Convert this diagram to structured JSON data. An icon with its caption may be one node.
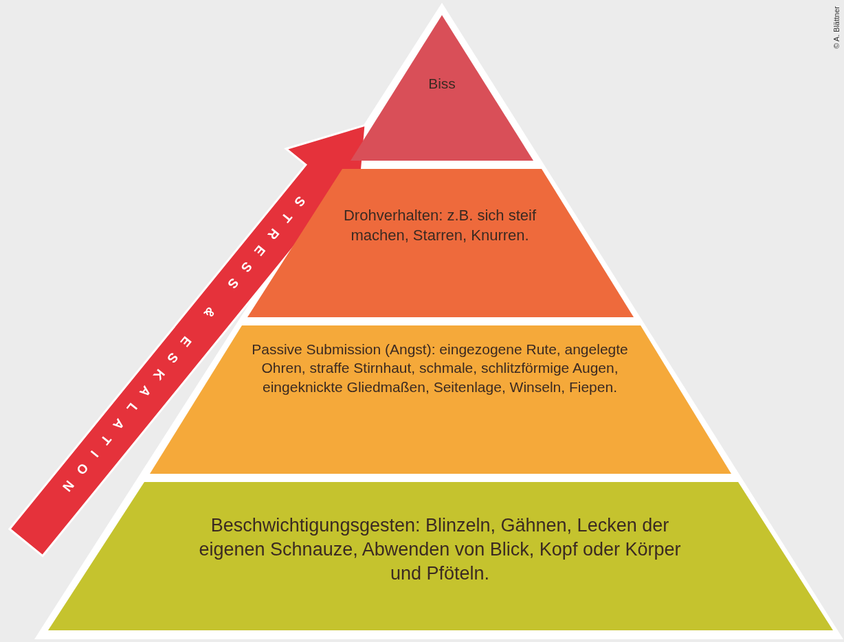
{
  "diagram": {
    "nodes": [
      {
        "text": [
          "Biss"
        ]
      },
      {
        "text": [
          "Drohverhalten: z.B. sich steif machen, Starren, Knurren."
        ]
      },
      {
        "text": [
          "Passive Submission (Angst): eingezogene Rute, angelegte Ohren, straffe Stirnhaut, schmale, schlitzförmige Augen, eingeknickte Gliedmaßen, Seitenlage, Winseln, Fiepen."
        ]
      },
      {
        "text": [
          "Beschwichtigungsgesten: Blinzeln, Gähnen, Lecken der eigenen Schnauze, Abwenden von Blick, Kopf oder Körper und Pföteln."
        ]
      }
    ],
    "labels": [
      "STRESS & ESKALATION",
      "© A. Blättner"
    ]
  }
}
